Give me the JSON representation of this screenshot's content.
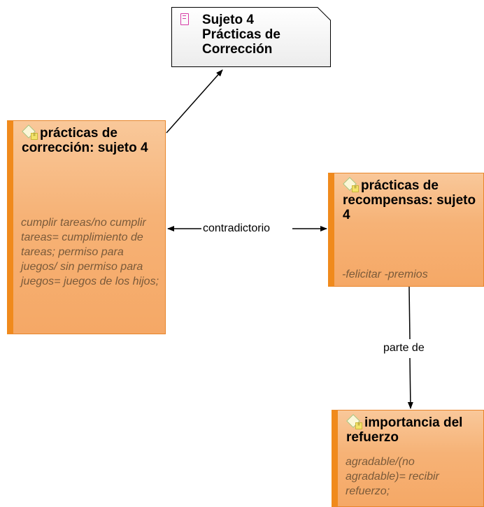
{
  "document": {
    "title": "Sujeto 4\nPrácticas de\nCorrección",
    "icon": "document-icon"
  },
  "nodes": {
    "correccion": {
      "title": "prácticas de corrección: sujeto 4",
      "comment": "cumplir tareas/no cumplir tareas= cumplimiento de tareas;  permiso para juegos/ sin permiso para juegos= juegos de los hijos;",
      "icon": "code-icon"
    },
    "recompensas": {
      "title": "prácticas de recompensas: sujeto 4",
      "comment": "-felicitar -premios",
      "icon": "code-icon"
    },
    "refuerzo": {
      "title": "importancia del refuerzo",
      "comment": "agradable/(no agradable)= recibir refuerzo;",
      "icon": "code-icon"
    }
  },
  "links": {
    "contradictorio": "contradictorio",
    "parte_de": "parte de"
  },
  "colors": {
    "node_fill": "#f6b276",
    "node_border": "#f08a1c",
    "doc_icon": "#d63aa5"
  }
}
